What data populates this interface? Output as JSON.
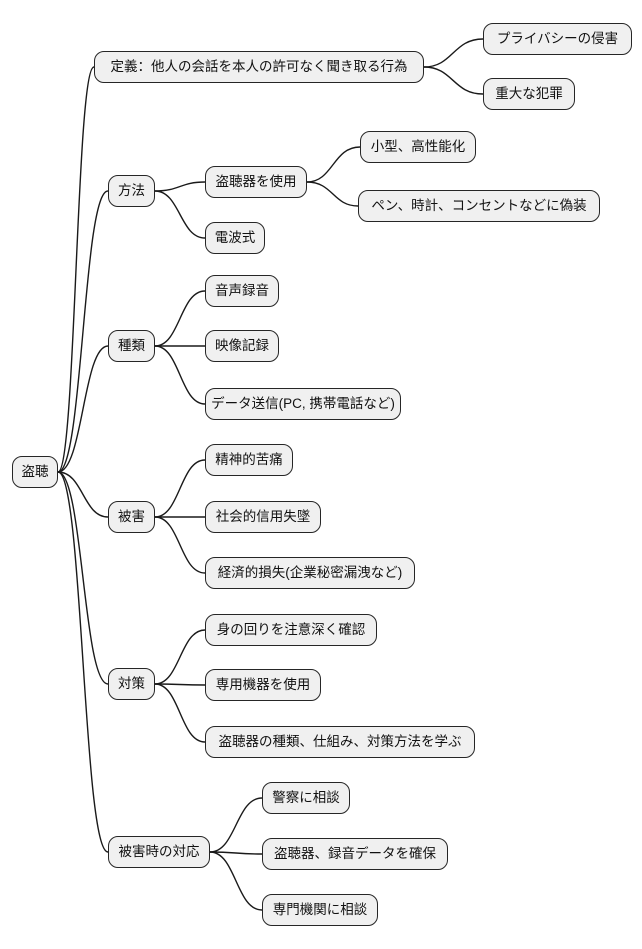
{
  "diagram_type": "mindmap",
  "style": {
    "background": "#ffffff",
    "node_fill": "#f0f0f0",
    "node_border": "#262626",
    "line_color": "#1a1a1a",
    "text_color": "#111111"
  },
  "mindmap": {
    "root": {
      "label": "盗聴",
      "children": [
        {
          "label": "定義：他人の会話を本人の許可なく聞き取る行為",
          "children": [
            {
              "label": "プライバシーの侵害"
            },
            {
              "label": "重大な犯罪"
            }
          ]
        },
        {
          "label": "方法",
          "children": [
            {
              "label": "盗聴器を使用",
              "children": [
                {
                  "label": "小型、高性能化"
                },
                {
                  "label": "ペン、時計、コンセントなどに偽装"
                }
              ]
            },
            {
              "label": "電波式"
            }
          ]
        },
        {
          "label": "種類",
          "children": [
            {
              "label": "音声録音"
            },
            {
              "label": "映像記録"
            },
            {
              "label": "データ送信(PC, 携帯電話など)"
            }
          ]
        },
        {
          "label": "被害",
          "children": [
            {
              "label": "精神的苦痛"
            },
            {
              "label": "社会的信用失墜"
            },
            {
              "label": "経済的損失(企業秘密漏洩など)"
            }
          ]
        },
        {
          "label": "対策",
          "children": [
            {
              "label": "身の回りを注意深く確認"
            },
            {
              "label": "専用機器を使用"
            },
            {
              "label": "盗聴器の種類、仕組み、対策方法を学ぶ"
            }
          ]
        },
        {
          "label": "被害時の対応",
          "children": [
            {
              "label": "警察に相談"
            },
            {
              "label": "盗聴器、録音データを確保"
            },
            {
              "label": "専門機関に相談"
            }
          ]
        }
      ]
    }
  }
}
